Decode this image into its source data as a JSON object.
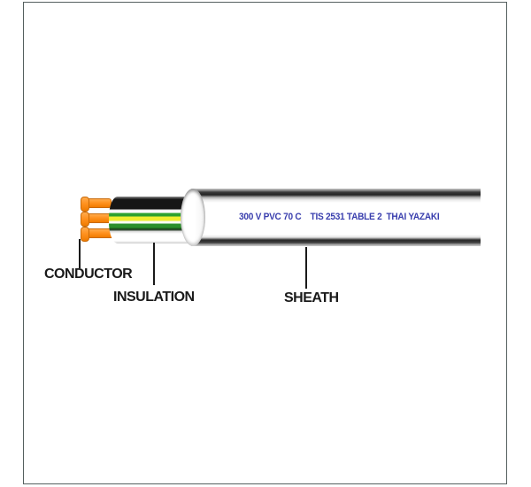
{
  "canvas": {
    "background": "#ffffff",
    "frame_border_color": "#55605f"
  },
  "cable": {
    "marking_text": "300 V PVC 70 C    TIS 2531 TABLE 2  THAI YAZAKI",
    "marking_color": "#3a3fae",
    "conductor_color": "#ff9220",
    "conductor_outline_color": "#c96a08",
    "sheath_color": "#ffffff",
    "sheath_edge_color": "#242424",
    "wire_insulation_colors": {
      "wire_top": "#161616",
      "wire_middle_stripes": [
        "#2da12d",
        "#f0ee2e",
        "#2c8f2c"
      ],
      "wire_bottom": "#ffffff"
    }
  },
  "labels": {
    "conductor": "CONDUCTOR",
    "insulation": "INSULATION",
    "sheath": "SHEATH"
  }
}
